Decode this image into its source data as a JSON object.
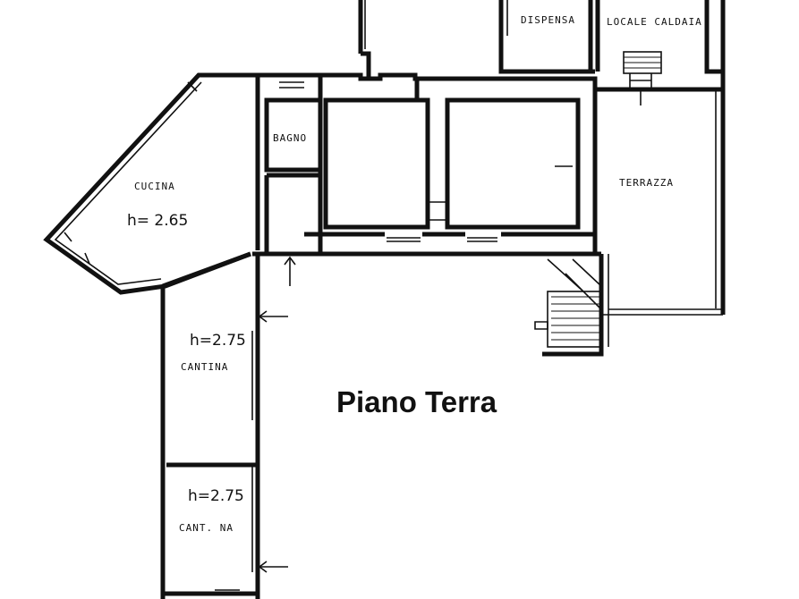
{
  "plan": {
    "title": "Piano Terra",
    "rooms": {
      "dispensa": "DISPENSA",
      "locale_caldaia": "LOCALE CALDAIA",
      "bagno": "BAGNO",
      "cucina": "CUCINA",
      "cucina_height": "h= 2.65",
      "terrazza": "TERRAZZA",
      "cantina_1": "CANTINA",
      "cantina_1_height": "h=2.75",
      "cantina_2": "CANT. NA",
      "cantina_2_height": "h=2.75"
    }
  }
}
